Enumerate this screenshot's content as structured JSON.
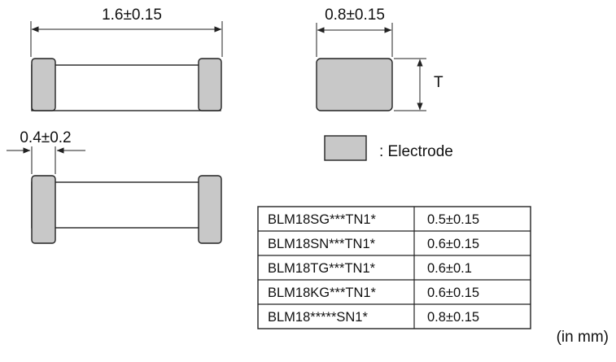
{
  "dimensions": {
    "length": "1.6±0.15",
    "width": "0.8±0.15",
    "thickness_symbol": "T",
    "electrode_length": "0.4±0.2"
  },
  "legend": {
    "electrode_label": ": Electrode"
  },
  "thickness_table": {
    "rows": [
      {
        "part": "BLM18SG***TN1*",
        "thickness": "0.5±0.15"
      },
      {
        "part": "BLM18SN***TN1*",
        "thickness": "0.6±0.15"
      },
      {
        "part": "BLM18TG***TN1*",
        "thickness": "0.6±0.1"
      },
      {
        "part": "BLM18KG***TN1*",
        "thickness": "0.6±0.15"
      },
      {
        "part": "BLM18*****SN1*",
        "thickness": "0.8±0.15"
      }
    ]
  },
  "unit_note": "(in mm)",
  "colors": {
    "electrode_fill": "#c8c8c8",
    "outline": "#222222"
  }
}
